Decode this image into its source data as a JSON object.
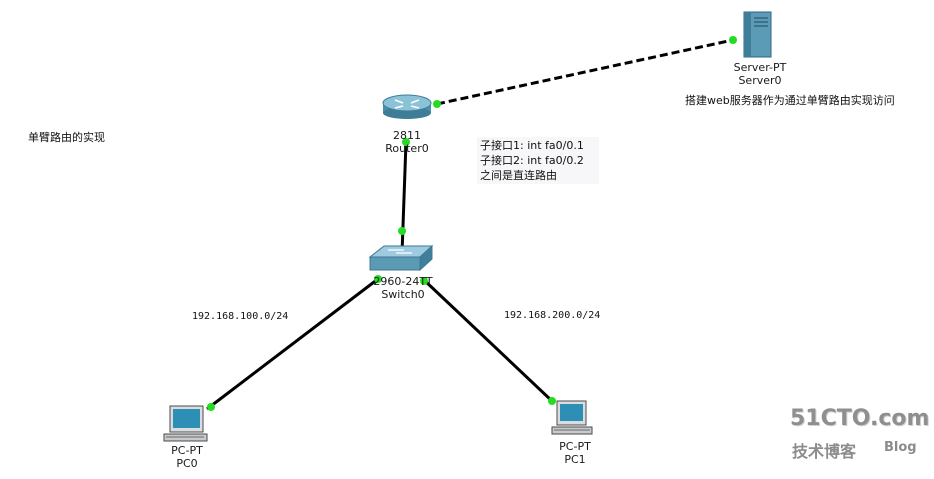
{
  "router": {
    "model": "2811",
    "name": "Router0"
  },
  "switch": {
    "model": "2960-24TT",
    "name": "Switch0"
  },
  "server": {
    "model": "Server-PT",
    "name": "Server0"
  },
  "pc0": {
    "model": "PC-PT",
    "name": "PC0"
  },
  "pc1": {
    "model": "PC-PT",
    "name": "PC1"
  },
  "notes": {
    "title": "单臂路由的实现",
    "server_note": "搭建web服务器作为通过单臂路由实现访问",
    "subif_line1": "子接口1: int fa0/0.1",
    "subif_line2": "子接口2: int fa0/0.2",
    "subif_line3": "之间是直连路由"
  },
  "subnets": {
    "left": "192.168.100.0/24",
    "right": "192.168.200.0/24"
  },
  "watermark": {
    "main": "51CTO.com",
    "sub": "技术博客",
    "blog": "Blog"
  },
  "colors": {
    "link": "#000000",
    "port_up": "#22dd22",
    "device": "#5a9ab5",
    "watermark": "#8f8f8f"
  }
}
